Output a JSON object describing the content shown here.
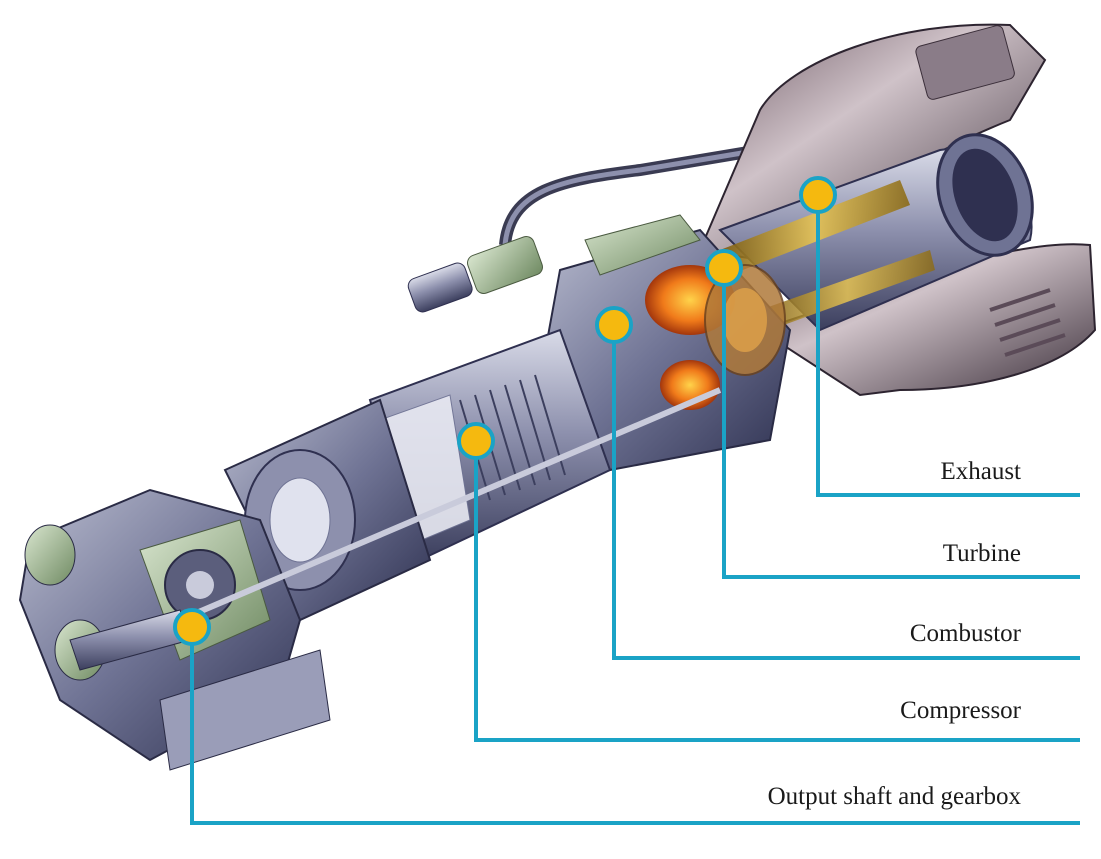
{
  "diagram": {
    "colors": {
      "leader_line": "#1aa3c6",
      "marker_fill": "#f5b90f",
      "marker_ring": "#1aa3c6",
      "label_text": "#1a1a1a"
    },
    "labels": [
      {
        "id": "exhaust",
        "text": "Exhaust"
      },
      {
        "id": "turbine",
        "text": "Turbine"
      },
      {
        "id": "combustor",
        "text": "Combustor"
      },
      {
        "id": "compressor",
        "text": "Compressor"
      },
      {
        "id": "output",
        "text": "Output shaft and gearbox"
      }
    ]
  }
}
